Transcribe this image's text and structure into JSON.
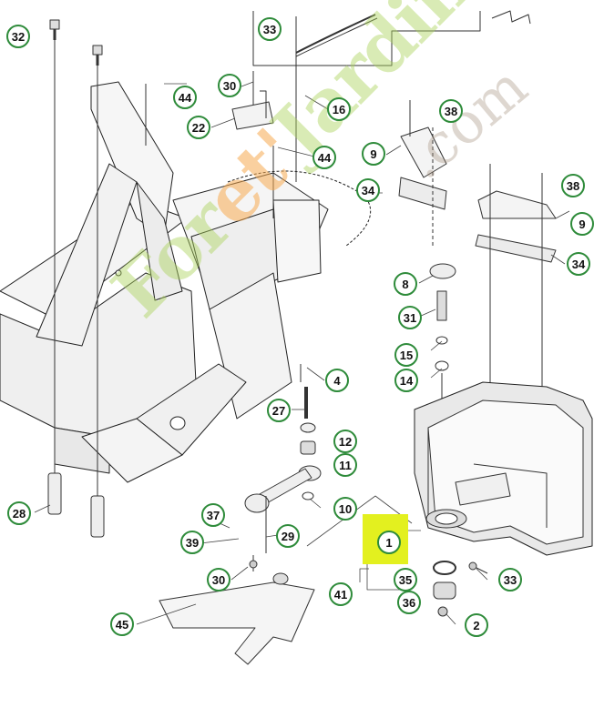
{
  "diagram": {
    "callouts": [
      {
        "id": "c32a",
        "label": "32"
      },
      {
        "id": "c33a",
        "label": "33"
      },
      {
        "id": "c44a",
        "label": "44"
      },
      {
        "id": "c30a",
        "label": "30"
      },
      {
        "id": "c22",
        "label": "22"
      },
      {
        "id": "c16",
        "label": "16"
      },
      {
        "id": "c38a",
        "label": "38"
      },
      {
        "id": "c9a",
        "label": "9"
      },
      {
        "id": "c44b",
        "label": "44"
      },
      {
        "id": "c34a",
        "label": "34"
      },
      {
        "id": "c38b",
        "label": "38"
      },
      {
        "id": "c9b",
        "label": "9"
      },
      {
        "id": "c34b",
        "label": "34"
      },
      {
        "id": "c8",
        "label": "8"
      },
      {
        "id": "c31",
        "label": "31"
      },
      {
        "id": "c15",
        "label": "15"
      },
      {
        "id": "c14",
        "label": "14"
      },
      {
        "id": "c4",
        "label": "4"
      },
      {
        "id": "c27",
        "label": "27"
      },
      {
        "id": "c12",
        "label": "12"
      },
      {
        "id": "c11",
        "label": "11"
      },
      {
        "id": "c10",
        "label": "10"
      },
      {
        "id": "c28",
        "label": "28"
      },
      {
        "id": "c37",
        "label": "37"
      },
      {
        "id": "c29",
        "label": "29"
      },
      {
        "id": "c39",
        "label": "39"
      },
      {
        "id": "c1",
        "label": "1"
      },
      {
        "id": "c30b",
        "label": "30"
      },
      {
        "id": "c35",
        "label": "35"
      },
      {
        "id": "c33b",
        "label": "33"
      },
      {
        "id": "c41",
        "label": "41"
      },
      {
        "id": "c36",
        "label": "36"
      },
      {
        "id": "c45",
        "label": "45"
      },
      {
        "id": "c2",
        "label": "2"
      }
    ],
    "highlighted_part": "1",
    "watermark": {
      "part1": "For",
      "part2": "et'",
      "part3": "Jardin",
      "suffix": ".com"
    },
    "colors": {
      "callout_border": "#2e8b3a",
      "highlight": "#e3f01f",
      "line": "#333333",
      "watermark_green": "#aad25a",
      "watermark_orange": "#f5aa50"
    }
  }
}
